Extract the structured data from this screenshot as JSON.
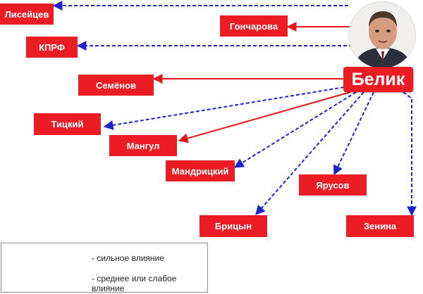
{
  "center": {
    "label": "Белик",
    "photo_icon": "person-portrait-icon"
  },
  "nodes": [
    {
      "id": "liseytsev",
      "label": "Лисейцев",
      "influence": "medium-weak"
    },
    {
      "id": "goncharova",
      "label": "Гончарова",
      "influence": "strong"
    },
    {
      "id": "kprf",
      "label": "КПРФ",
      "influence": "medium-weak"
    },
    {
      "id": "semenov",
      "label": "Семёнов",
      "influence": "strong"
    },
    {
      "id": "titsky",
      "label": "Тицкий",
      "influence": "medium-weak"
    },
    {
      "id": "mangul",
      "label": "Мангул",
      "influence": "strong"
    },
    {
      "id": "mandritsky",
      "label": "Мандрицкий",
      "influence": "medium-weak"
    },
    {
      "id": "yarusov",
      "label": "Ярусов",
      "influence": "medium-weak"
    },
    {
      "id": "brits",
      "label": "Брицын",
      "influence": "medium-weak"
    },
    {
      "id": "zenina",
      "label": "Зенина",
      "influence": "medium-weak"
    }
  ],
  "legend": {
    "strong": {
      "text": "- сильное влияние",
      "color": "#e8151c",
      "line": "solid"
    },
    "weak": {
      "text_line1": "- среднее или слабое",
      "text_line2": "влияние",
      "color": "#1d24c9",
      "line": "dashed"
    }
  }
}
